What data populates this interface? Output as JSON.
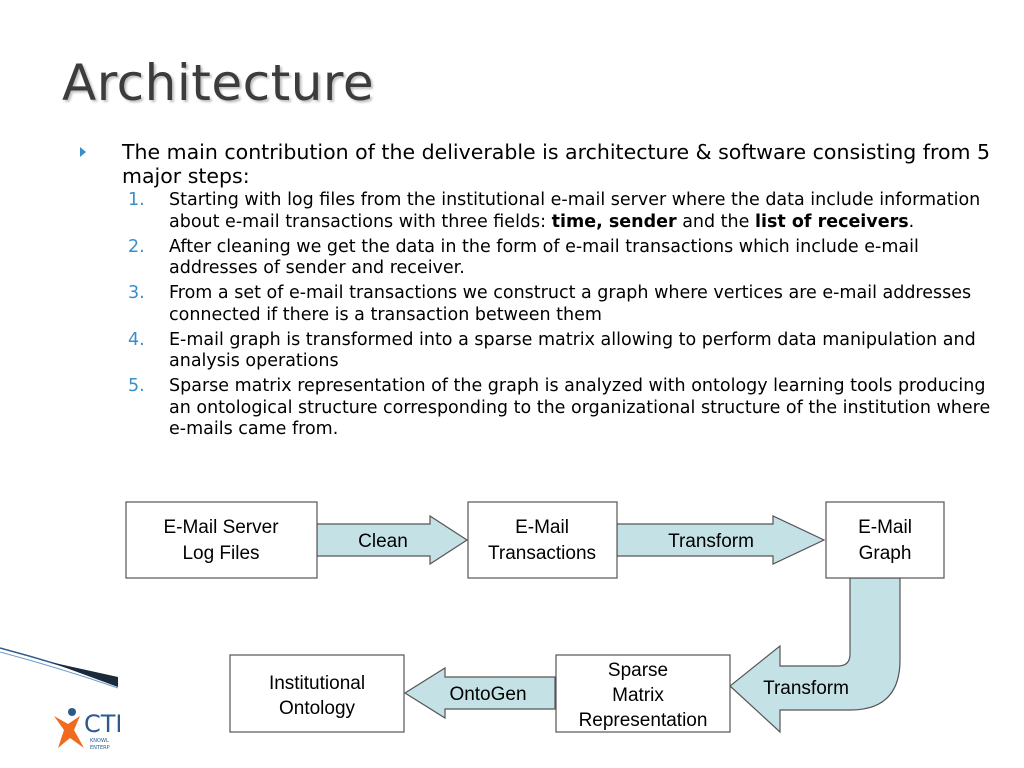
{
  "slide": {
    "title": "Architecture",
    "bullet": "The main contribution of the deliverable is architecture & software consisting from 5 major steps:",
    "steps": [
      {
        "num": "1.",
        "before": "Starting with log files from the institutional e-mail server where the data include information about e-mail transactions with three fields: ",
        "b1": "time",
        "mid1": ", ",
        "b2": "sender",
        "mid2": " and the ",
        "b3": "list of receivers",
        "after": "."
      },
      {
        "num": "2.",
        "text": "After cleaning we get the data in the form of e-mail transactions which include e-mail addresses of sender and receiver."
      },
      {
        "num": "3.",
        "text": "From a set of e-mail transactions we construct a graph where vertices are e-mail addresses connected if there is a transaction between them"
      },
      {
        "num": "4.",
        "text": "E-mail graph is transformed into a sparse matrix allowing to perform data manipulation and analysis operations"
      },
      {
        "num": "5.",
        "text": "Sparse matrix representation of the graph is analyzed with ontology learning tools producing an ontological structure corresponding to the organizational structure of the institution where e-mails came from."
      }
    ]
  },
  "diagram": {
    "boxes": {
      "log_files": [
        "E-Mail Server",
        "Log Files"
      ],
      "transactions": [
        "E-Mail",
        "Transactions"
      ],
      "graph": [
        "E-Mail",
        "Graph"
      ],
      "sparse": [
        "Sparse",
        "Matrix",
        "Representation"
      ],
      "ontology": [
        "Institutional",
        "Ontology"
      ]
    },
    "arrows": {
      "clean": "Clean",
      "transform1": "Transform",
      "transform2": "Transform",
      "ontogen": "OntoGen"
    },
    "arrow_fill": "#c4e2e6",
    "border_color": "#555555"
  },
  "logo": {
    "text": "CTIV",
    "sub1": "KNOWL",
    "sub2": "ENTERP"
  }
}
